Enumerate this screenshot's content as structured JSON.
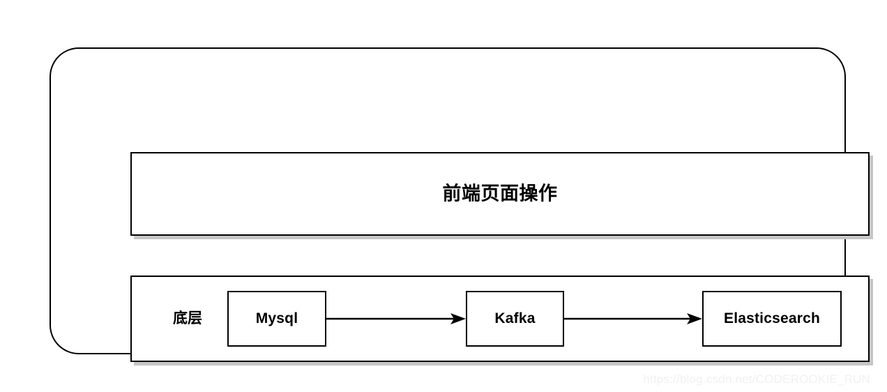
{
  "diagram": {
    "title_band": {
      "label": "前端页面操作"
    },
    "bottom_band": {
      "side_label": "底层",
      "nodes": [
        {
          "id": "mysql",
          "label": "Mysql"
        },
        {
          "id": "kafka",
          "label": "Kafka"
        },
        {
          "id": "elasticsearch",
          "label": "Elasticsearch"
        }
      ],
      "connectors": [
        {
          "id": "mysql-to-kafka",
          "from": "Mysql",
          "to": "Kafka",
          "arrowhead": "filled-triangle"
        },
        {
          "id": "kafka-to-elasticsearch",
          "from": "Kafka",
          "to": "Elasticsearch",
          "arrowhead": "filled-triangle"
        }
      ]
    }
  },
  "watermark": {
    "text": "https://blog.csdn.net/CODEROOKIE_RUN"
  },
  "colors": {
    "background": "#ffffff",
    "stroke": "#000000",
    "shadow": "#c6c6c6",
    "watermark": "#f1f1f1"
  }
}
